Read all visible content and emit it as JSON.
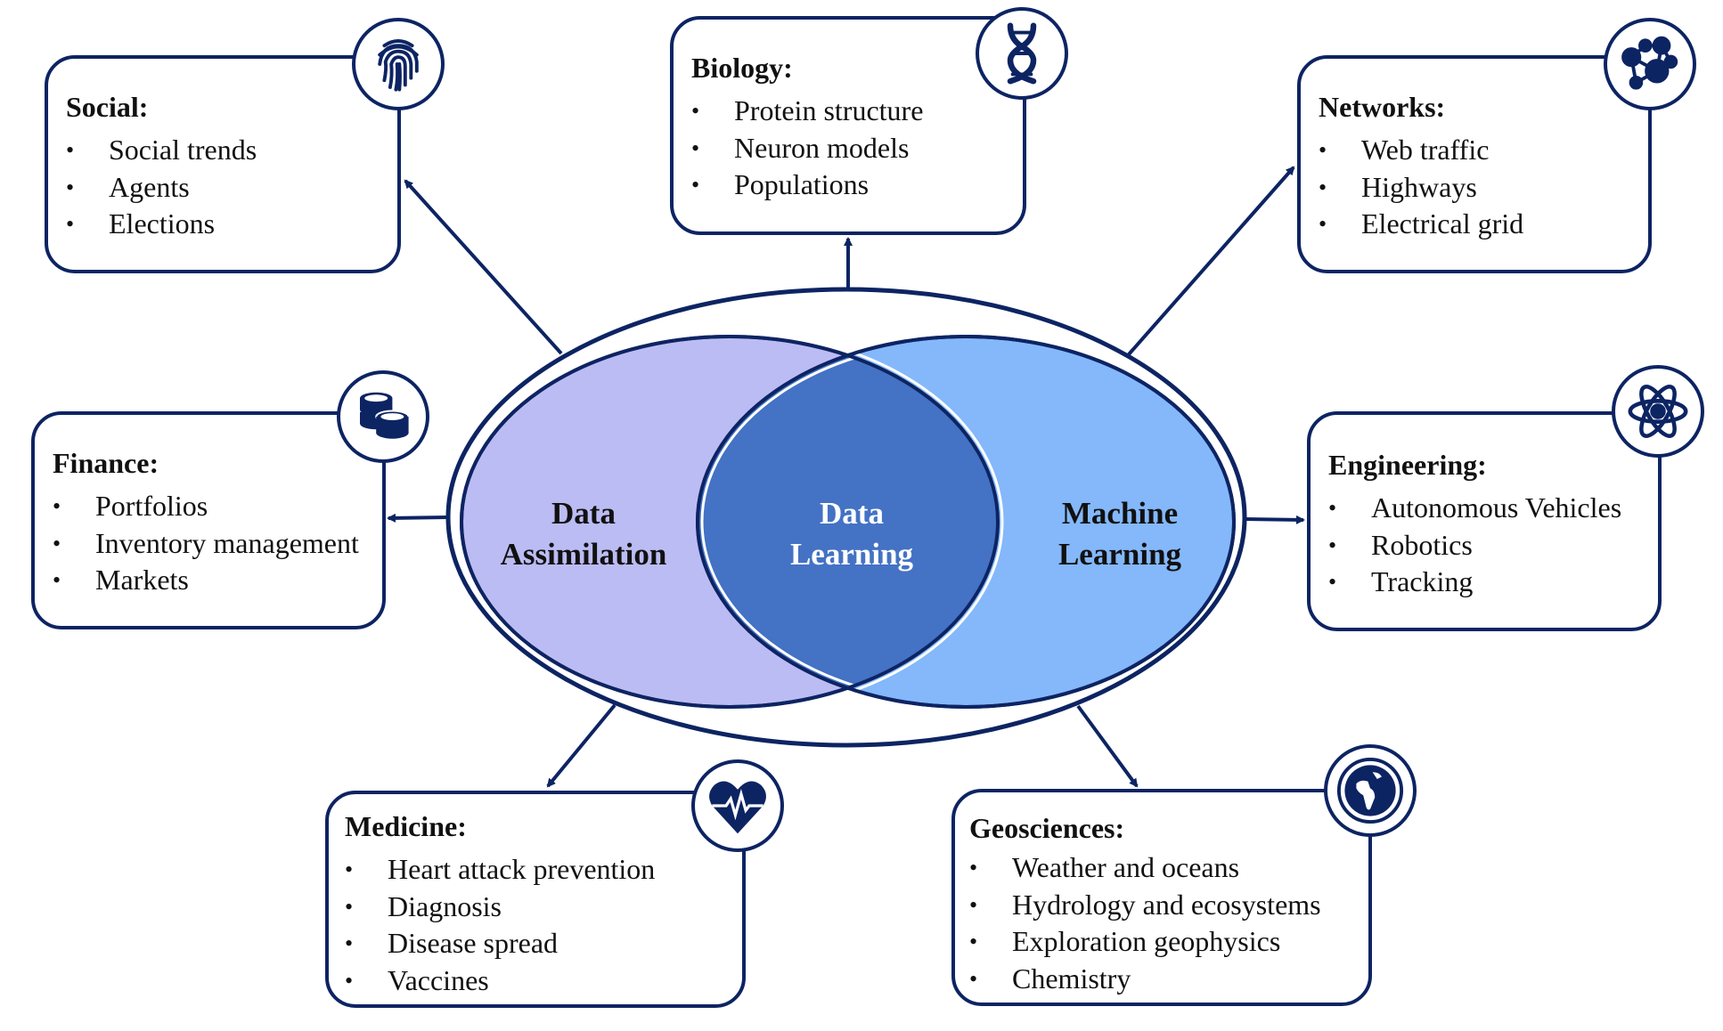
{
  "colors": {
    "navy": "#0d2463",
    "data_assimilation_fill": "#bcbcf4",
    "machine_learning_fill": "#84b8fa",
    "data_learning_fill": "#4472c4",
    "text": "#111111",
    "center_text": "#ffffff"
  },
  "venn": {
    "left": {
      "line1": "Data",
      "line2": "Assimilation"
    },
    "center": {
      "line1": "Data",
      "line2": "Learning"
    },
    "right": {
      "line1": "Machine",
      "line2": "Learning"
    }
  },
  "boxes": [
    {
      "id": "social",
      "title": "Social:",
      "icon": "fingerprint-icon",
      "items": [
        "Social trends",
        "Agents",
        "Elections"
      ]
    },
    {
      "id": "biology",
      "title": "Biology:",
      "icon": "dna-icon",
      "items": [
        "Protein structure",
        "Neuron models",
        "Populations"
      ]
    },
    {
      "id": "networks",
      "title": "Networks:",
      "icon": "network-icon",
      "items": [
        "Web traffic",
        "Highways",
        "Electrical grid"
      ]
    },
    {
      "id": "finance",
      "title": "Finance:",
      "icon": "coins-icon",
      "items": [
        "Portfolios",
        "Inventory management",
        "Markets"
      ]
    },
    {
      "id": "engineering",
      "title": "Engineering:",
      "icon": "atom-icon",
      "items": [
        "Autonomous Vehicles",
        "Robotics",
        "Tracking"
      ]
    },
    {
      "id": "medicine",
      "title": "Medicine:",
      "icon": "heartbeat-icon",
      "items": [
        "Heart attack prevention",
        "Diagnosis",
        "Disease spread",
        "Vaccines"
      ]
    },
    {
      "id": "geosciences",
      "title": "Geosciences:",
      "icon": "globe-icon",
      "items": [
        "Weather and oceans",
        "Hydrology and ecosystems",
        "Exploration geophysics",
        "Chemistry"
      ]
    }
  ],
  "bullet_char": "•"
}
